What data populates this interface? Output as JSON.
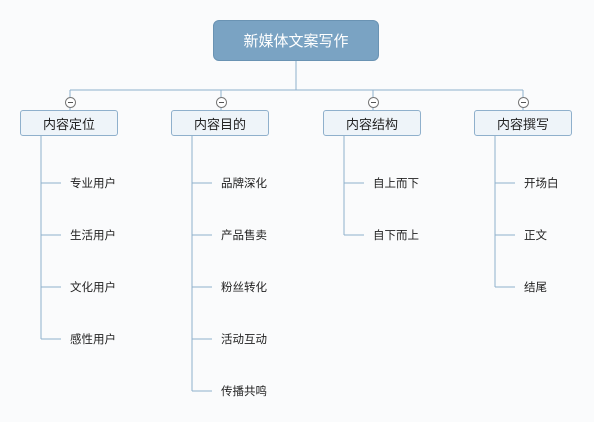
{
  "root": {
    "label": "新媒体文案写作"
  },
  "categories": [
    {
      "label": "内容定位",
      "items": [
        "专业用户",
        "生活用户",
        "文化用户",
        "感性用户"
      ]
    },
    {
      "label": "内容目的",
      "items": [
        "品牌深化",
        "产品售卖",
        "粉丝转化",
        "活动互动",
        "传播共鸣"
      ]
    },
    {
      "label": "内容结构",
      "items": [
        "自上而下",
        "自下而上"
      ]
    },
    {
      "label": "内容撰写",
      "items": [
        "开场白",
        "正文",
        "结尾"
      ]
    }
  ],
  "colors": {
    "root_fill": "#7aa3c3",
    "node_fill": "#eef4f9",
    "connector": "#8fb0cc"
  },
  "icons": {
    "collapse": "collapse-toggle-icon"
  }
}
